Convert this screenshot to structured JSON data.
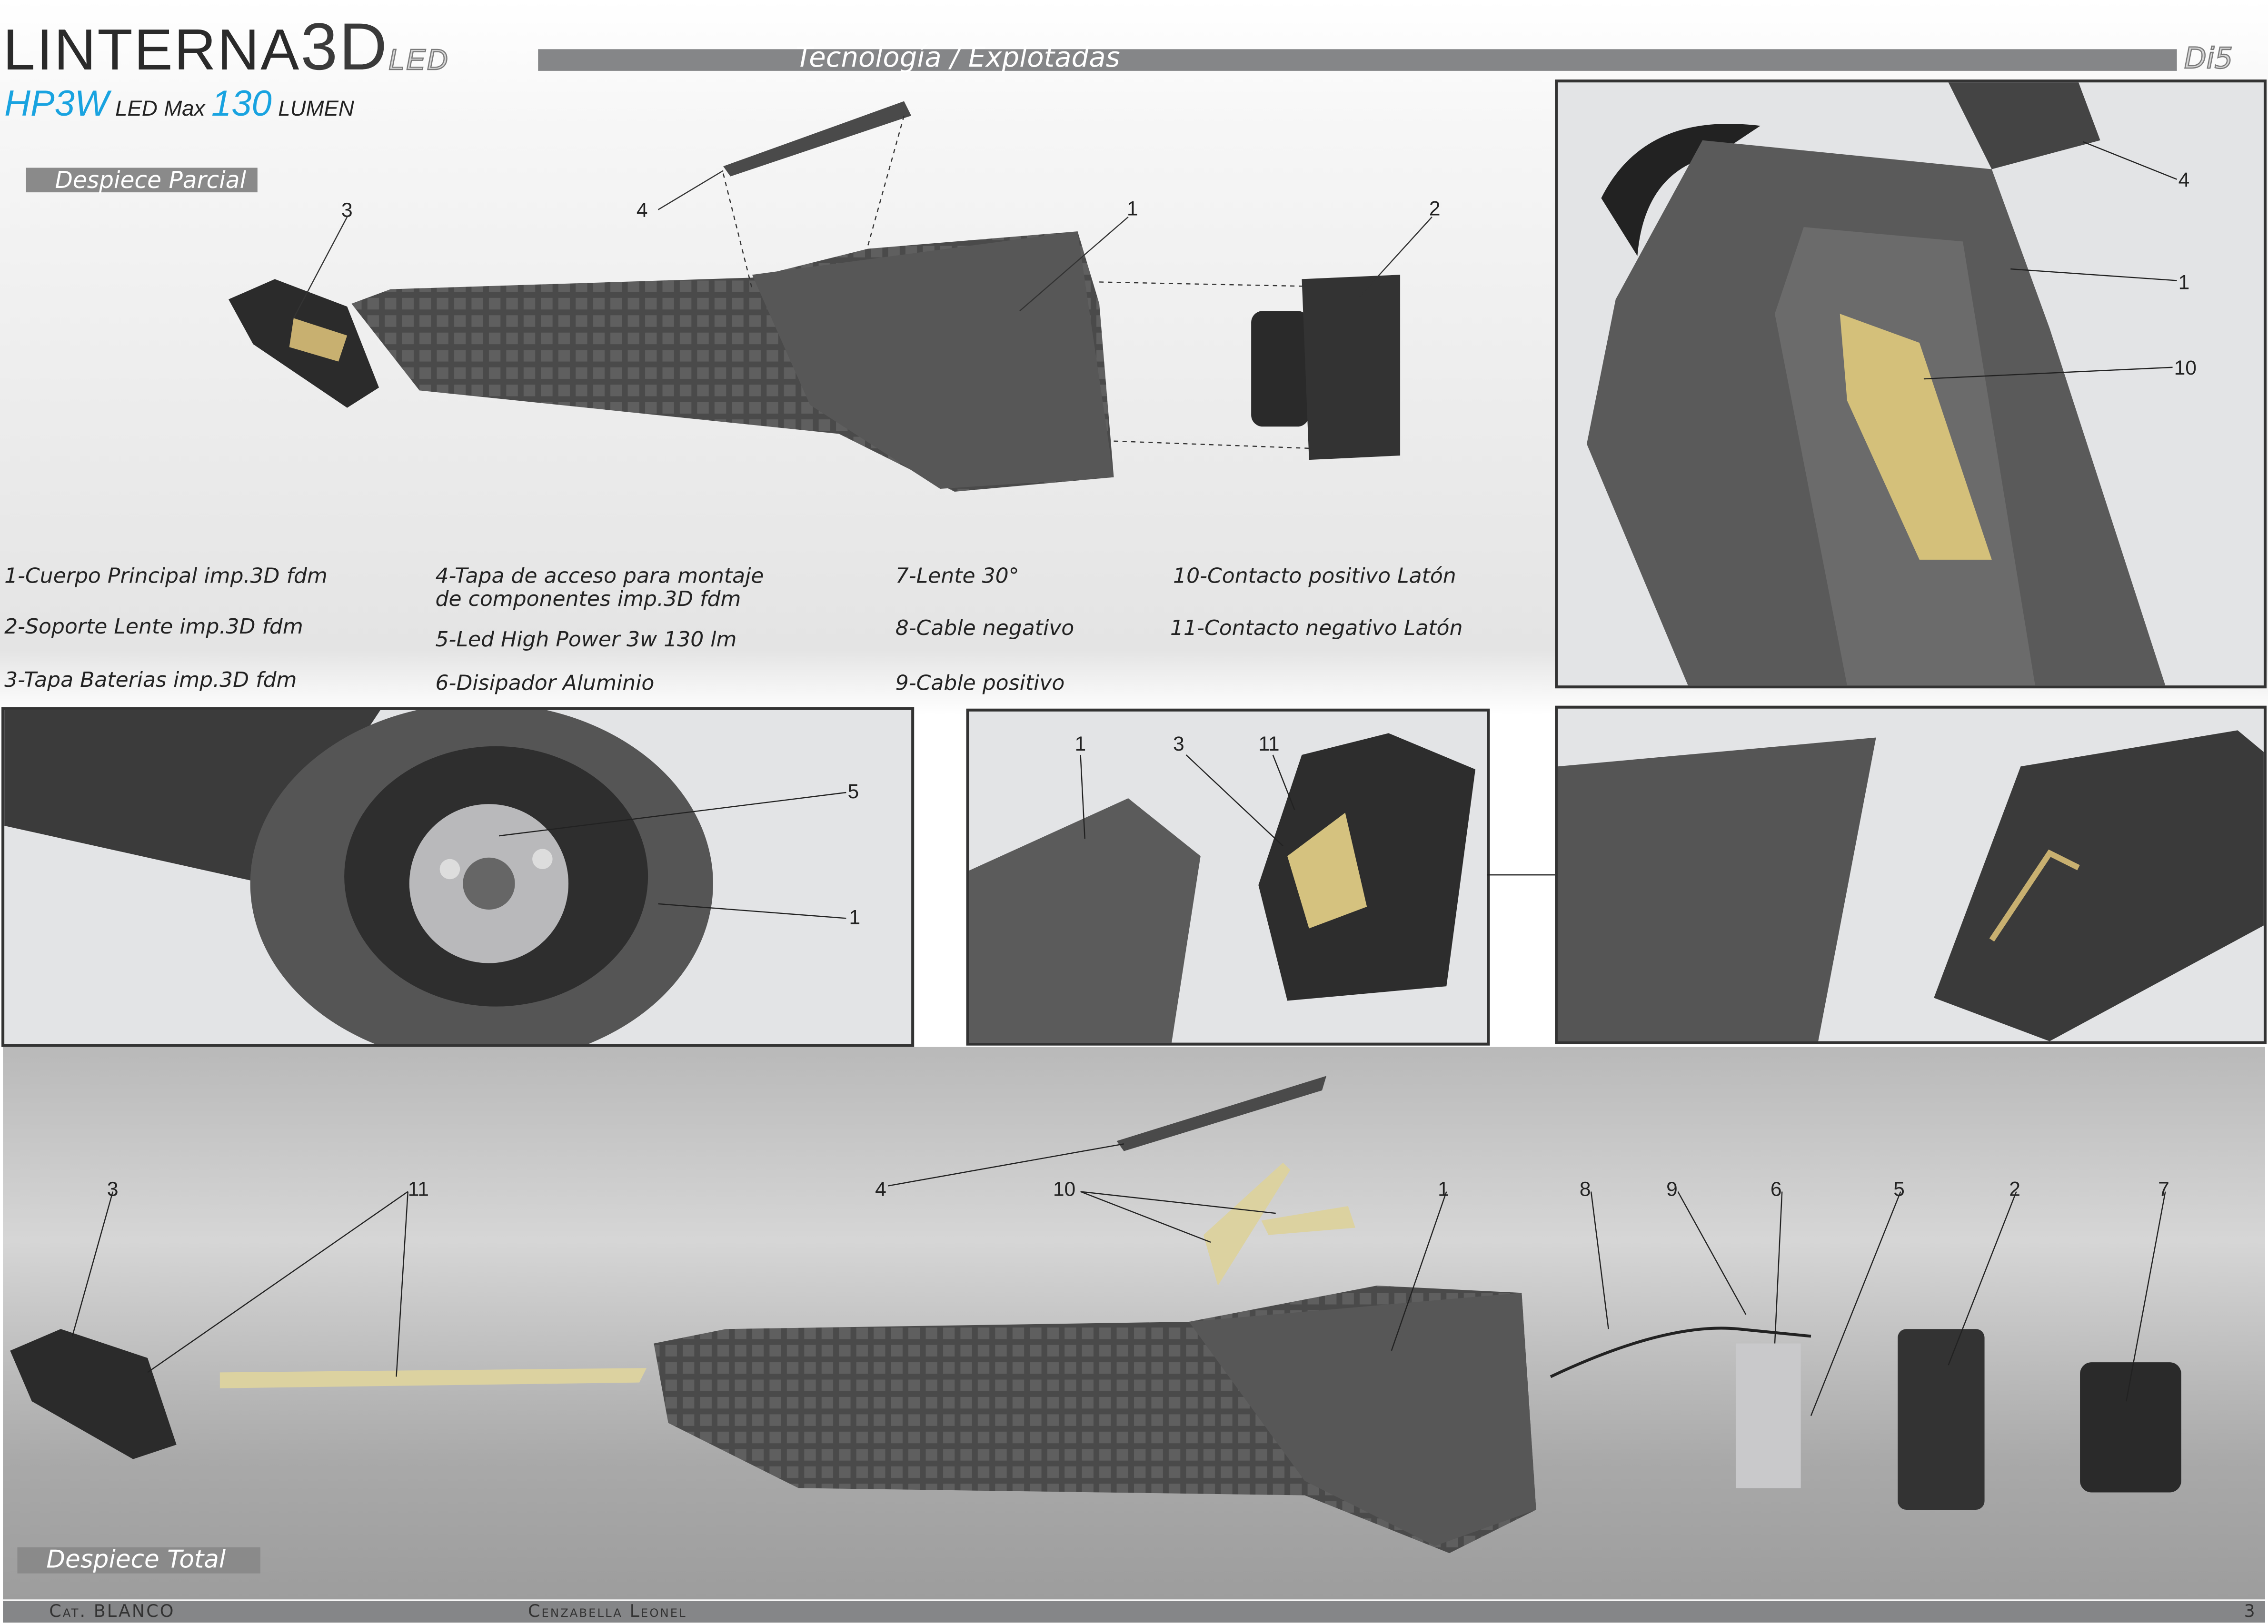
{
  "header": {
    "title_main": "LINTERNA",
    "title_3d": "3D",
    "title_led": "LED",
    "bar_text": "Tecnología / Explotadas",
    "code": "Di5"
  },
  "subtitle": {
    "model": "HP3W",
    "led": "LED",
    "max": "Max",
    "lumens": "130",
    "unit": "LUMEN",
    "accent_color": "#19a3e0"
  },
  "sections": {
    "partial": "Despiece Parcial",
    "total": "Despiece Total"
  },
  "legend": [
    {
      "text": "1-Cuerpo Principal imp.3D fdm"
    },
    {
      "text": "2-Soporte Lente imp.3D fdm"
    },
    {
      "text": "3-Tapa Baterias imp.3D fdm"
    },
    {
      "text": "4-Tapa de acceso para montaje"
    },
    {
      "text": "de componentes imp.3D fdm"
    },
    {
      "text": "5-Led High Power 3w 130 lm"
    },
    {
      "text": "6-Disipador Aluminio"
    },
    {
      "text": "7-Lente 30°"
    },
    {
      "text": "8-Cable negativo"
    },
    {
      "text": "9-Cable positivo"
    },
    {
      "text": "10-Contacto positivo Latón"
    },
    {
      "text": "11-Contacto negativo Latón"
    }
  ],
  "callouts": {
    "partial": [
      "3",
      "4",
      "1",
      "2"
    ],
    "detail_top_right": [
      "4",
      "1",
      "10"
    ],
    "detail_led": [
      "5",
      "1"
    ],
    "detail_cap": [
      "1",
      "3",
      "11"
    ],
    "total": [
      "3",
      "11",
      "4",
      "10",
      "1",
      "8",
      "9",
      "6",
      "5",
      "2",
      "7"
    ]
  },
  "footer": {
    "category": "Cat. BLANCO",
    "author": "Cenzabella Leonel",
    "page": "3"
  }
}
